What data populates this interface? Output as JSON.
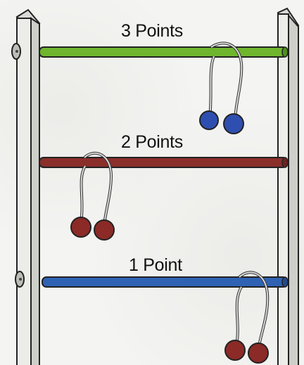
{
  "rungs": [
    {
      "label": "3 Points",
      "color": "#6fb52e",
      "ball_color": "#2f4fb0"
    },
    {
      "label": "2 Points",
      "color": "#8b2f2b",
      "ball_color": "#8b2a26"
    },
    {
      "label": "1 Point",
      "color": "#2f62b3",
      "ball_color": "#8b2a26"
    }
  ],
  "post_color": "#efefec"
}
